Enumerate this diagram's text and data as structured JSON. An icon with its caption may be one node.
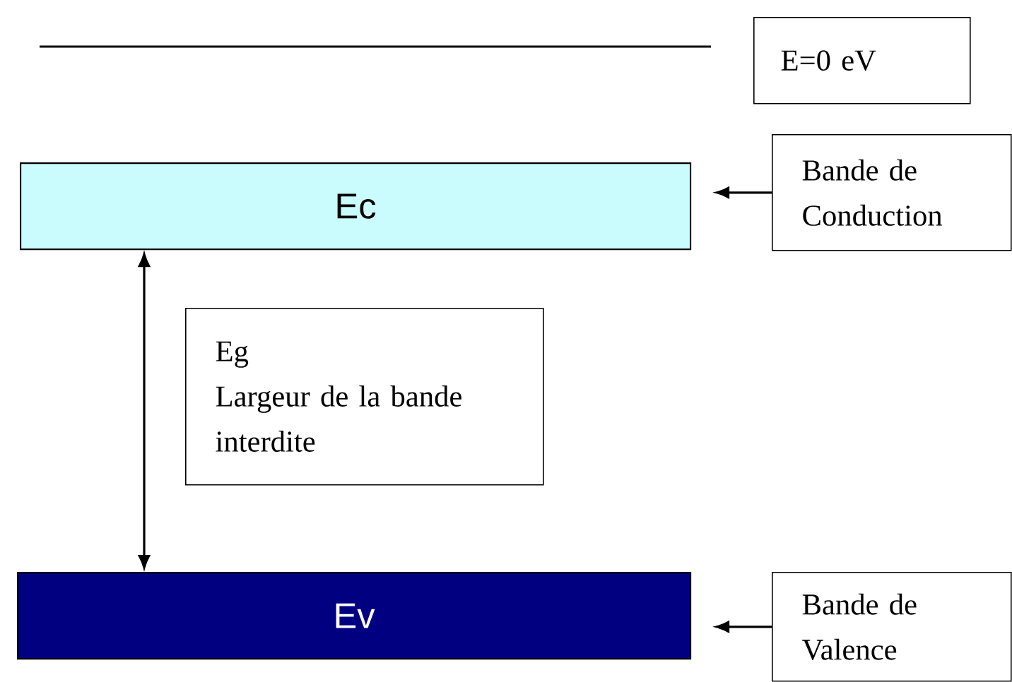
{
  "diagram": {
    "nodes": [
      {
        "text": [
          "E=0 eV"
        ]
      },
      {
        "text": [
          "Ec"
        ]
      },
      {
        "text": [
          "Bande de Conduction"
        ]
      },
      {
        "text": [
          "Eg",
          "Largeur de la bande interdite"
        ]
      },
      {
        "text": [
          "Ev"
        ]
      },
      {
        "text": [
          "Bande de Valence"
        ]
      }
    ],
    "edges": [
      {
        "from": 2,
        "to": 1,
        "arrow": "to"
      },
      {
        "from": 1,
        "to": 4,
        "arrow": "both"
      },
      {
        "from": 5,
        "to": 4,
        "arrow": "to"
      }
    ]
  }
}
